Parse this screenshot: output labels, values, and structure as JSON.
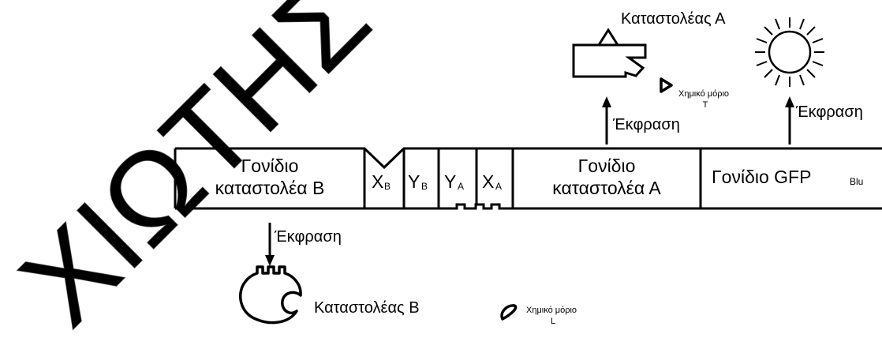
{
  "watermark": "ΧΙΩΤΗΣ Φ",
  "gene_segments": {
    "repressor_b_line1": "Γονίδιο",
    "repressor_b_line2": "καταστολέα Β",
    "xb_main": "X",
    "xb_sub": "B",
    "yb_main": "Y",
    "yb_sub": "B",
    "ya_main": "Y",
    "ya_sub": "A",
    "xa_main": "X",
    "xa_sub": "A",
    "repressor_a_line1": "Γονίδιο",
    "repressor_a_line2": "καταστολέα Α",
    "gfp_main": "Γονίδιο GFP",
    "gfp_sub": "Blu"
  },
  "expression_labels": {
    "repressor_a": "Έκφραση",
    "gfp": "Έκφραση",
    "repressor_b": "Έκφραση"
  },
  "molecules": {
    "repressor_a": "Καταστολέας Α",
    "repressor_b": "Καταστολέας Β",
    "chemical_t_line1": "Χημικό μόριο",
    "chemical_t_line2": "T",
    "chemical_l_line1": "Χημικό μόριο",
    "chemical_l_line2": "L"
  }
}
